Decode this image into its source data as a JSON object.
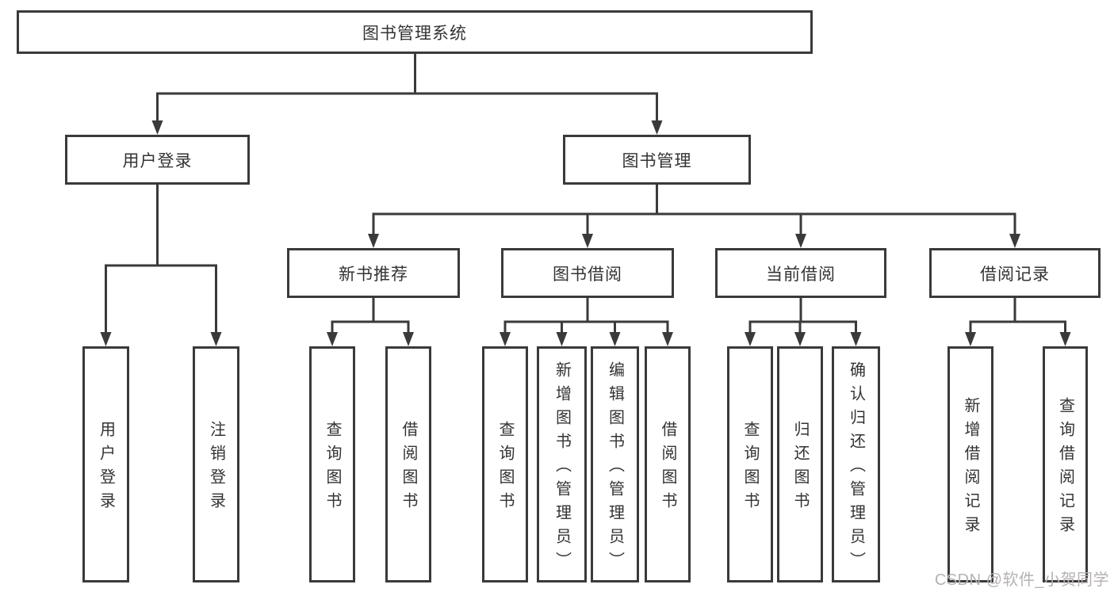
{
  "diagram": {
    "title": "图书管理系统",
    "nodes": {
      "root": "图书管理系统",
      "level1": [
        "用户登录",
        "图书管理"
      ],
      "level2": [
        "新书推荐",
        "图书借阅",
        "当前借阅",
        "借阅记录"
      ],
      "leaves_user_login": [
        "用户登录",
        "注销登录"
      ],
      "leaves_new_book": [
        "查询图书",
        "借阅图书"
      ],
      "leaves_book_borrow": [
        "查询图书",
        "新增图书（管理员）",
        "编辑图书（管理员）",
        "借阅图书"
      ],
      "leaves_current_borrow": [
        "查询图书",
        "归还图书",
        "确认归还（管理员）"
      ],
      "leaves_borrow_record": [
        "新增借阅记录",
        "查询借阅记录"
      ]
    },
    "watermark": "CSDN @软件_小贺同学",
    "colors": {
      "line": "#3a3a3a",
      "text": "#333333",
      "watermark": "#b6b1b4",
      "background": "#ffffff"
    }
  }
}
